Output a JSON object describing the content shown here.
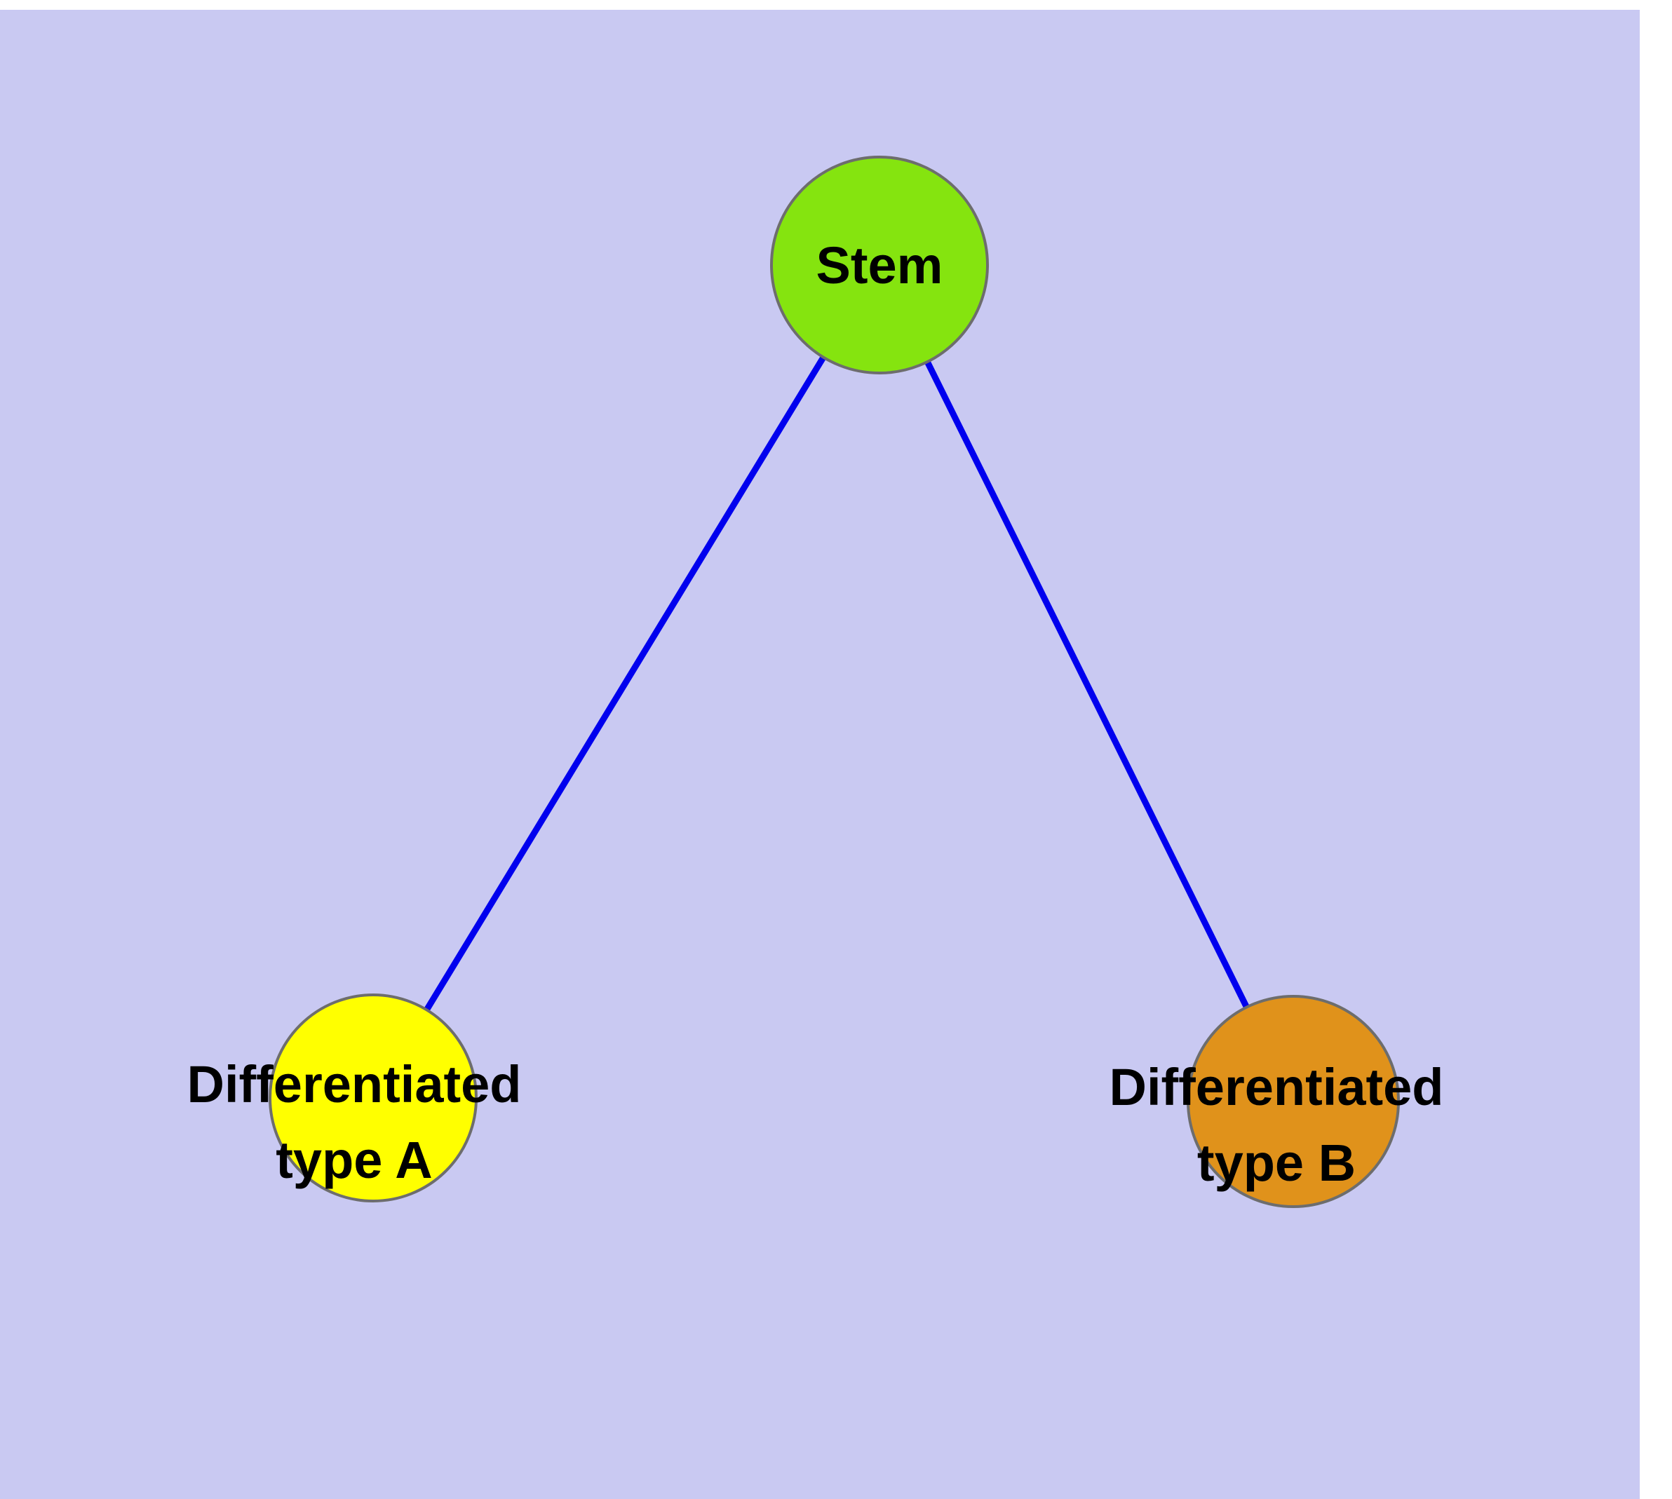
{
  "diagram": {
    "background_color": "#c9c9f2",
    "canvas_color": "#ffffff",
    "edge_color": "#0000ee",
    "node_border_color": "#6d6d6d",
    "text_color": "#000000",
    "nodes": {
      "stem": {
        "label": "Stem",
        "color": "#85e40f"
      },
      "type_a": {
        "label_line1": "Differentiated",
        "label_line2": "type A",
        "color": "#ffff00"
      },
      "type_b": {
        "label_line1": "Differentiated",
        "label_line2": "type B",
        "color": "#e0921b"
      }
    },
    "edges": [
      {
        "from": "stem",
        "to": "type_a"
      },
      {
        "from": "stem",
        "to": "type_b"
      }
    ]
  }
}
